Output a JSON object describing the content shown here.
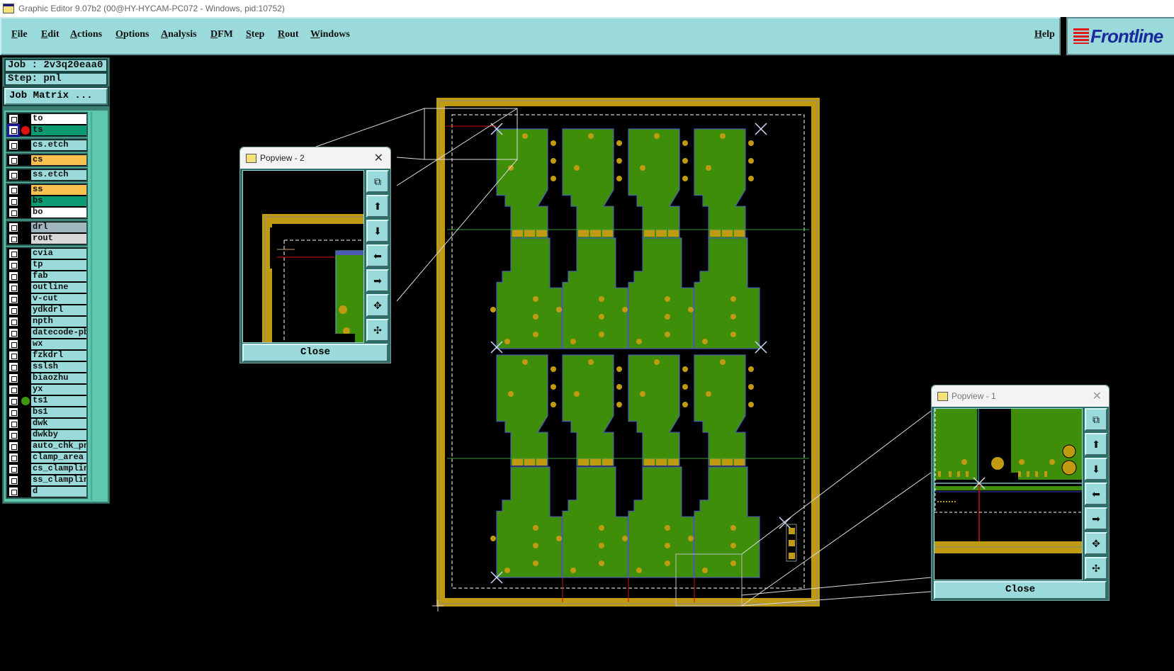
{
  "window_title": "Graphic Editor 9.07b2 (00@HY-HYCAM-PC072 - Windows, pid:10752)",
  "menu": [
    "File",
    "Edit",
    "Actions",
    "Options",
    "Analysis",
    "DFM",
    "Step",
    "Rout",
    "Windows"
  ],
  "help": "Help",
  "logo": "Frontline",
  "job_label": "Job : 2v3q20eaa0",
  "step_label": "Step: pnl",
  "job_matrix": "Job Matrix ...",
  "layers": [
    {
      "name": "to",
      "color": "#ffffff",
      "group": 0
    },
    {
      "name": "ts",
      "color": "#0c9a72",
      "group": 0,
      "marker": "#e01010",
      "selected": true
    },
    {
      "name": "cs.etch",
      "color": "#9adada",
      "group": 1
    },
    {
      "name": "cs",
      "color": "#f8c050",
      "group": 2
    },
    {
      "name": "ss.etch",
      "color": "#9adada",
      "group": 3
    },
    {
      "name": "ss",
      "color": "#f8c050",
      "group": 4
    },
    {
      "name": "bs",
      "color": "#0c9a72",
      "group": 4
    },
    {
      "name": "bo",
      "color": "#ffffff",
      "group": 4
    },
    {
      "name": "drl",
      "color": "#9fb6bf",
      "group": 5
    },
    {
      "name": "rout",
      "color": "#d8d8d8",
      "group": 5
    },
    {
      "name": "cvia",
      "color": "#9adada",
      "group": 6
    },
    {
      "name": "tp",
      "color": "#9adada",
      "group": 6
    },
    {
      "name": "fab",
      "color": "#9adada",
      "group": 6
    },
    {
      "name": "outline",
      "color": "#9adada",
      "group": 6
    },
    {
      "name": "v-cut",
      "color": "#9adada",
      "group": 6
    },
    {
      "name": "ydkdrl",
      "color": "#9adada",
      "group": 6
    },
    {
      "name": "npth",
      "color": "#9adada",
      "group": 6
    },
    {
      "name": "datecode-pbc",
      "color": "#9adada",
      "group": 6
    },
    {
      "name": "wx",
      "color": "#9adada",
      "group": 6
    },
    {
      "name": "fzkdrl",
      "color": "#9adada",
      "group": 6
    },
    {
      "name": "sslsh",
      "color": "#9adada",
      "group": 6
    },
    {
      "name": "biaozhu",
      "color": "#9adada",
      "group": 6
    },
    {
      "name": "yx",
      "color": "#9adada",
      "group": 6
    },
    {
      "name": "ts1",
      "color": "#9adada",
      "group": 6,
      "marker": "#3a9a10"
    },
    {
      "name": "bs1",
      "color": "#9adada",
      "group": 6
    },
    {
      "name": "dwk",
      "color": "#9adada",
      "group": 6
    },
    {
      "name": "dwkby",
      "color": "#9adada",
      "group": 6
    },
    {
      "name": "auto_chk_pnl",
      "color": "#9adada",
      "group": 6
    },
    {
      "name": "clamp_area",
      "color": "#9adada",
      "group": 6
    },
    {
      "name": "cs_clampline",
      "color": "#9adada",
      "group": 6
    },
    {
      "name": "ss_clampline",
      "color": "#9adada",
      "group": 6
    },
    {
      "name": "d",
      "color": "#9adada",
      "group": 6
    }
  ],
  "popview2": {
    "title": "Popview - 2",
    "close": "Close"
  },
  "popview1": {
    "title": "Popview - 1",
    "close": "Close"
  },
  "popview_tools": [
    "zoom-window-icon",
    "pan-up-icon",
    "pan-down-icon",
    "pan-left-icon",
    "pan-right-icon",
    "zoom-in-icon",
    "zoom-out-icon"
  ],
  "colors": {
    "copper": "#c09a10",
    "board": "#3e8e0a",
    "outline": "#4a5ab0",
    "menu_bg": "#9adada"
  }
}
